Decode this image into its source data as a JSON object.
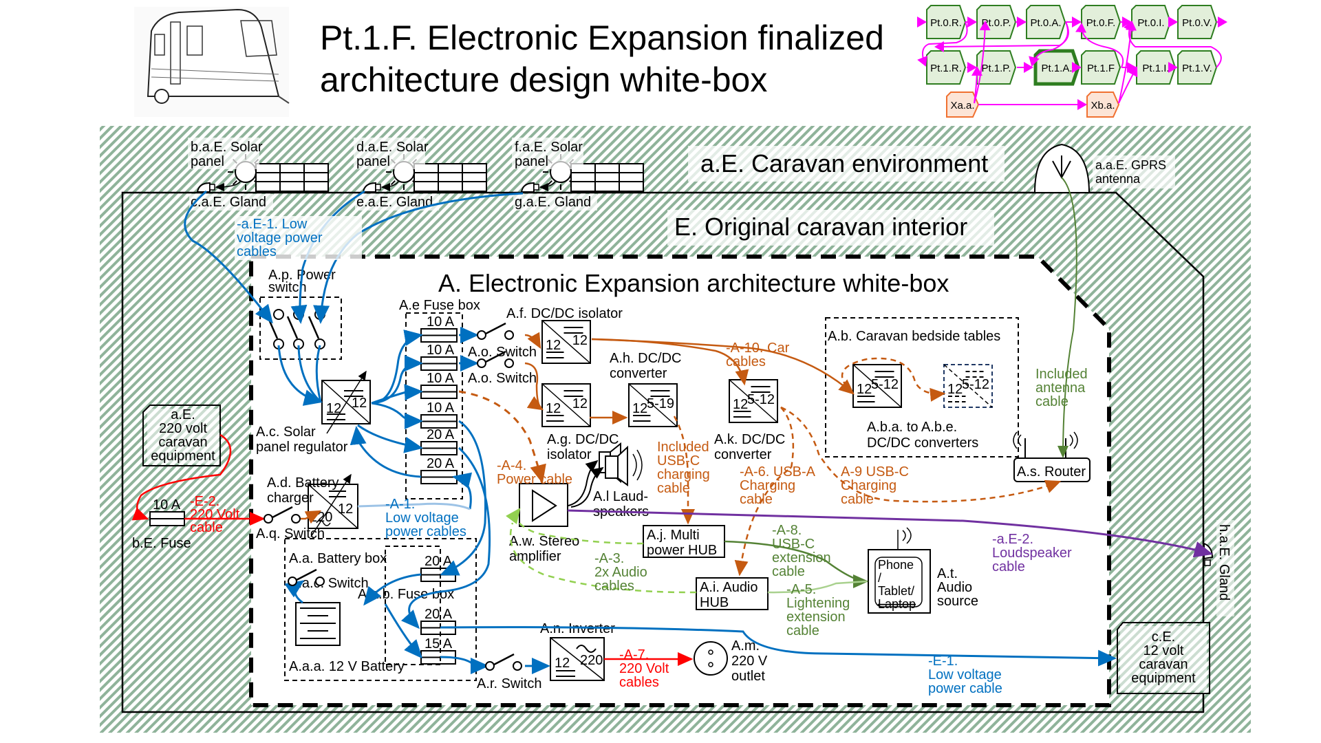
{
  "title": {
    "line1": "Pt.1.F. Electronic Expansion finalized",
    "line2": "architecture design white-box"
  },
  "nav": {
    "row0": [
      "Pt.0.R.",
      "Pt.0.P.",
      "Pt.0.A.",
      "Pt.0.F.",
      "Pt.0.I.",
      "Pt.0.V."
    ],
    "row1": [
      "Pt.1.R.",
      "Pt.1.P.",
      "Pt.1.A.",
      "Pt.1.F",
      "Pt.1.I.",
      "Pt.1.V."
    ],
    "row2": [
      "Xa.a.",
      "Xb.a."
    ],
    "current": "Pt.1.A.",
    "colors": {
      "phase_fill": "#e2efda",
      "phase_stroke": "#2e7d20",
      "x_fill": "#fce4d6",
      "x_stroke": "#f07030",
      "arrow": "#ff00ff"
    }
  },
  "zones": {
    "environment": "a.E. Caravan environment",
    "interior": "E. Original caravan interior",
    "whitebox": "A. Electronic Expansion architecture white-box"
  },
  "environment": {
    "solar_panels": [
      {
        "l1": "b.a.E. Solar",
        "l2": "panel",
        "gland": "c.a.E. Gland"
      },
      {
        "l1": "d.a.E. Solar",
        "l2": "panel",
        "gland": "e.a.E. Gland"
      },
      {
        "l1": "f.a.E. Solar",
        "l2": "panel",
        "gland": "g.a.E. Gland"
      }
    ],
    "antenna": {
      "l1": "a.a.E. GPRS",
      "l2": "antenna"
    },
    "side_gland": "h.a.E. Gland",
    "cable_aE1": [
      "-a.E-1. Low",
      "voltage power",
      "cables"
    ],
    "cable_aE2": [
      "-a.E-2.",
      "Loudspeaker",
      "cable"
    ]
  },
  "interior": {
    "equip220": [
      "a.E.",
      "220 volt",
      "caravan",
      "equipment"
    ],
    "equip12": [
      "c.E.",
      "12 volt",
      "caravan",
      "equipment"
    ],
    "fuse": {
      "rating": "10 A",
      "label": "b.E. Fuse"
    },
    "cable_E2": [
      "-E-2.",
      "220 Volt",
      "cable"
    ],
    "cable_E1": [
      "-E-1.",
      "Low voltage",
      "power cable"
    ]
  },
  "components": {
    "power_switch": [
      "A.p. Power",
      "switch"
    ],
    "fuse_box": "A.e Fuse box",
    "fuses": [
      "10 A",
      "10 A",
      "10 A",
      "10 A",
      "20 A",
      "20 A"
    ],
    "solar_regulator": [
      "A.c. Solar",
      "panel regulator"
    ],
    "battery_charger": [
      "A.d. Battery",
      "charger"
    ],
    "switch_q": "A.q. Switch",
    "switch_o1": "A.o. Switch",
    "switch_o2": "A.o. Switch",
    "dcdc_f": "A.f. DC/DC isolator",
    "dcdc_g": [
      "A.g. DC/DC",
      "isolator"
    ],
    "dcdc_h": [
      "A.h. DC/DC",
      "converter"
    ],
    "dcdc_k": [
      "A.k. DC/DC",
      "converter"
    ],
    "bedside": "A.b. Caravan bedside tables",
    "bedside_conv": [
      "A.b.a. to A.b.e.",
      "DC/DC converters"
    ],
    "router": "A.s. Router",
    "antenna_cable": [
      "Included",
      "antenna",
      "cable"
    ],
    "speakers": [
      "A.l Laud-",
      "speakers"
    ],
    "amplifier": [
      "A.w. Stereo",
      "amplifier"
    ],
    "multi_hub": [
      "A.j. Multi",
      "power HUB"
    ],
    "audio_hub": [
      "A.i. Audio",
      "HUB"
    ],
    "audio_source": [
      "A.t.",
      "Audio",
      "source"
    ],
    "phone": [
      "Phone",
      "/",
      "Tablet/",
      "Laptop"
    ],
    "battery_box": "A.a. Battery box",
    "battery_switch": "A.a.c. Switch",
    "battery_fusebox": "A.a.b. Fuse box",
    "battery_fuses": [
      "20 A",
      "20 A",
      "15 A"
    ],
    "battery": "A.a.a. 12 V Battery",
    "inverter": "A.n. Inverter",
    "switch_r": "A.r. Switch",
    "outlet": [
      "A.m.",
      "220 V",
      "outlet"
    ],
    "volt": {
      "v12": "12",
      "v220": "220",
      "v519": "5-19",
      "v512": "5-12"
    }
  },
  "cables": {
    "A1": [
      "-A-1.",
      "Low voltage",
      "power cables"
    ],
    "A3": [
      "-A-3.",
      "2x Audio",
      "cables"
    ],
    "A4": [
      "-A-4.",
      "Power cable"
    ],
    "A5": [
      "-A-5.",
      "Lightening",
      "extension",
      "cable"
    ],
    "A6": [
      "-A-6. USB-A",
      "Charging",
      "cable"
    ],
    "A7": [
      "-A-7.",
      "220 Volt",
      "cables"
    ],
    "A8": [
      "-A-8.",
      "USB-C",
      "extension",
      "cable"
    ],
    "A9": [
      "A-9 USB-C",
      "Charging",
      "cable"
    ],
    "A10": [
      "-A-10. Car",
      "cables"
    ],
    "usbc_included": [
      "Included",
      "USB-C",
      "charging",
      "cable"
    ]
  },
  "colors": {
    "power": "#0070c0",
    "dc": "#c55a11",
    "ac": "#ff0000",
    "audio": "#548235",
    "audio_light": "#92d050",
    "speaker": "#7030a0",
    "hatch": "#8fb39a"
  }
}
